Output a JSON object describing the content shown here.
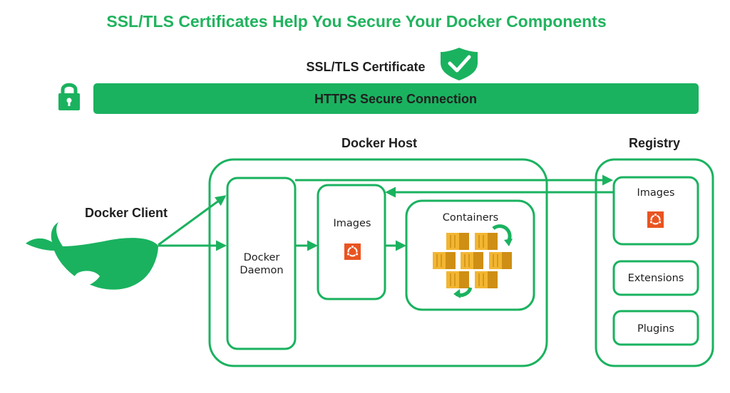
{
  "title": "SSL/TLS Certificates Help You Secure Your Docker Components",
  "certificate_label": "SSL/TLS Certificate",
  "connection_label": "HTTPS Secure Connection",
  "docker_host": {
    "heading": "Docker Host",
    "daemon_line1": "Docker",
    "daemon_line2": "Daemon",
    "images_label": "Images",
    "containers_label": "Containers"
  },
  "docker_client": {
    "label": "Docker Client"
  },
  "registry": {
    "heading": "Registry",
    "images_label": "Images",
    "extensions_label": "Extensions",
    "plugins_label": "Plugins"
  },
  "colors": {
    "brand_green": "#1ab25f",
    "title_green": "#21b35e",
    "ubuntu_orange": "#e95420",
    "container_yellow": "#f2b632",
    "container_dark": "#cf8f14"
  },
  "icons": {
    "certificate": "shield-check-icon",
    "lock": "padlock-icon",
    "client": "whale-icon",
    "image": "ubuntu-icon",
    "containers": "shipping-containers-icon",
    "refresh": "circular-arrow-icon"
  }
}
